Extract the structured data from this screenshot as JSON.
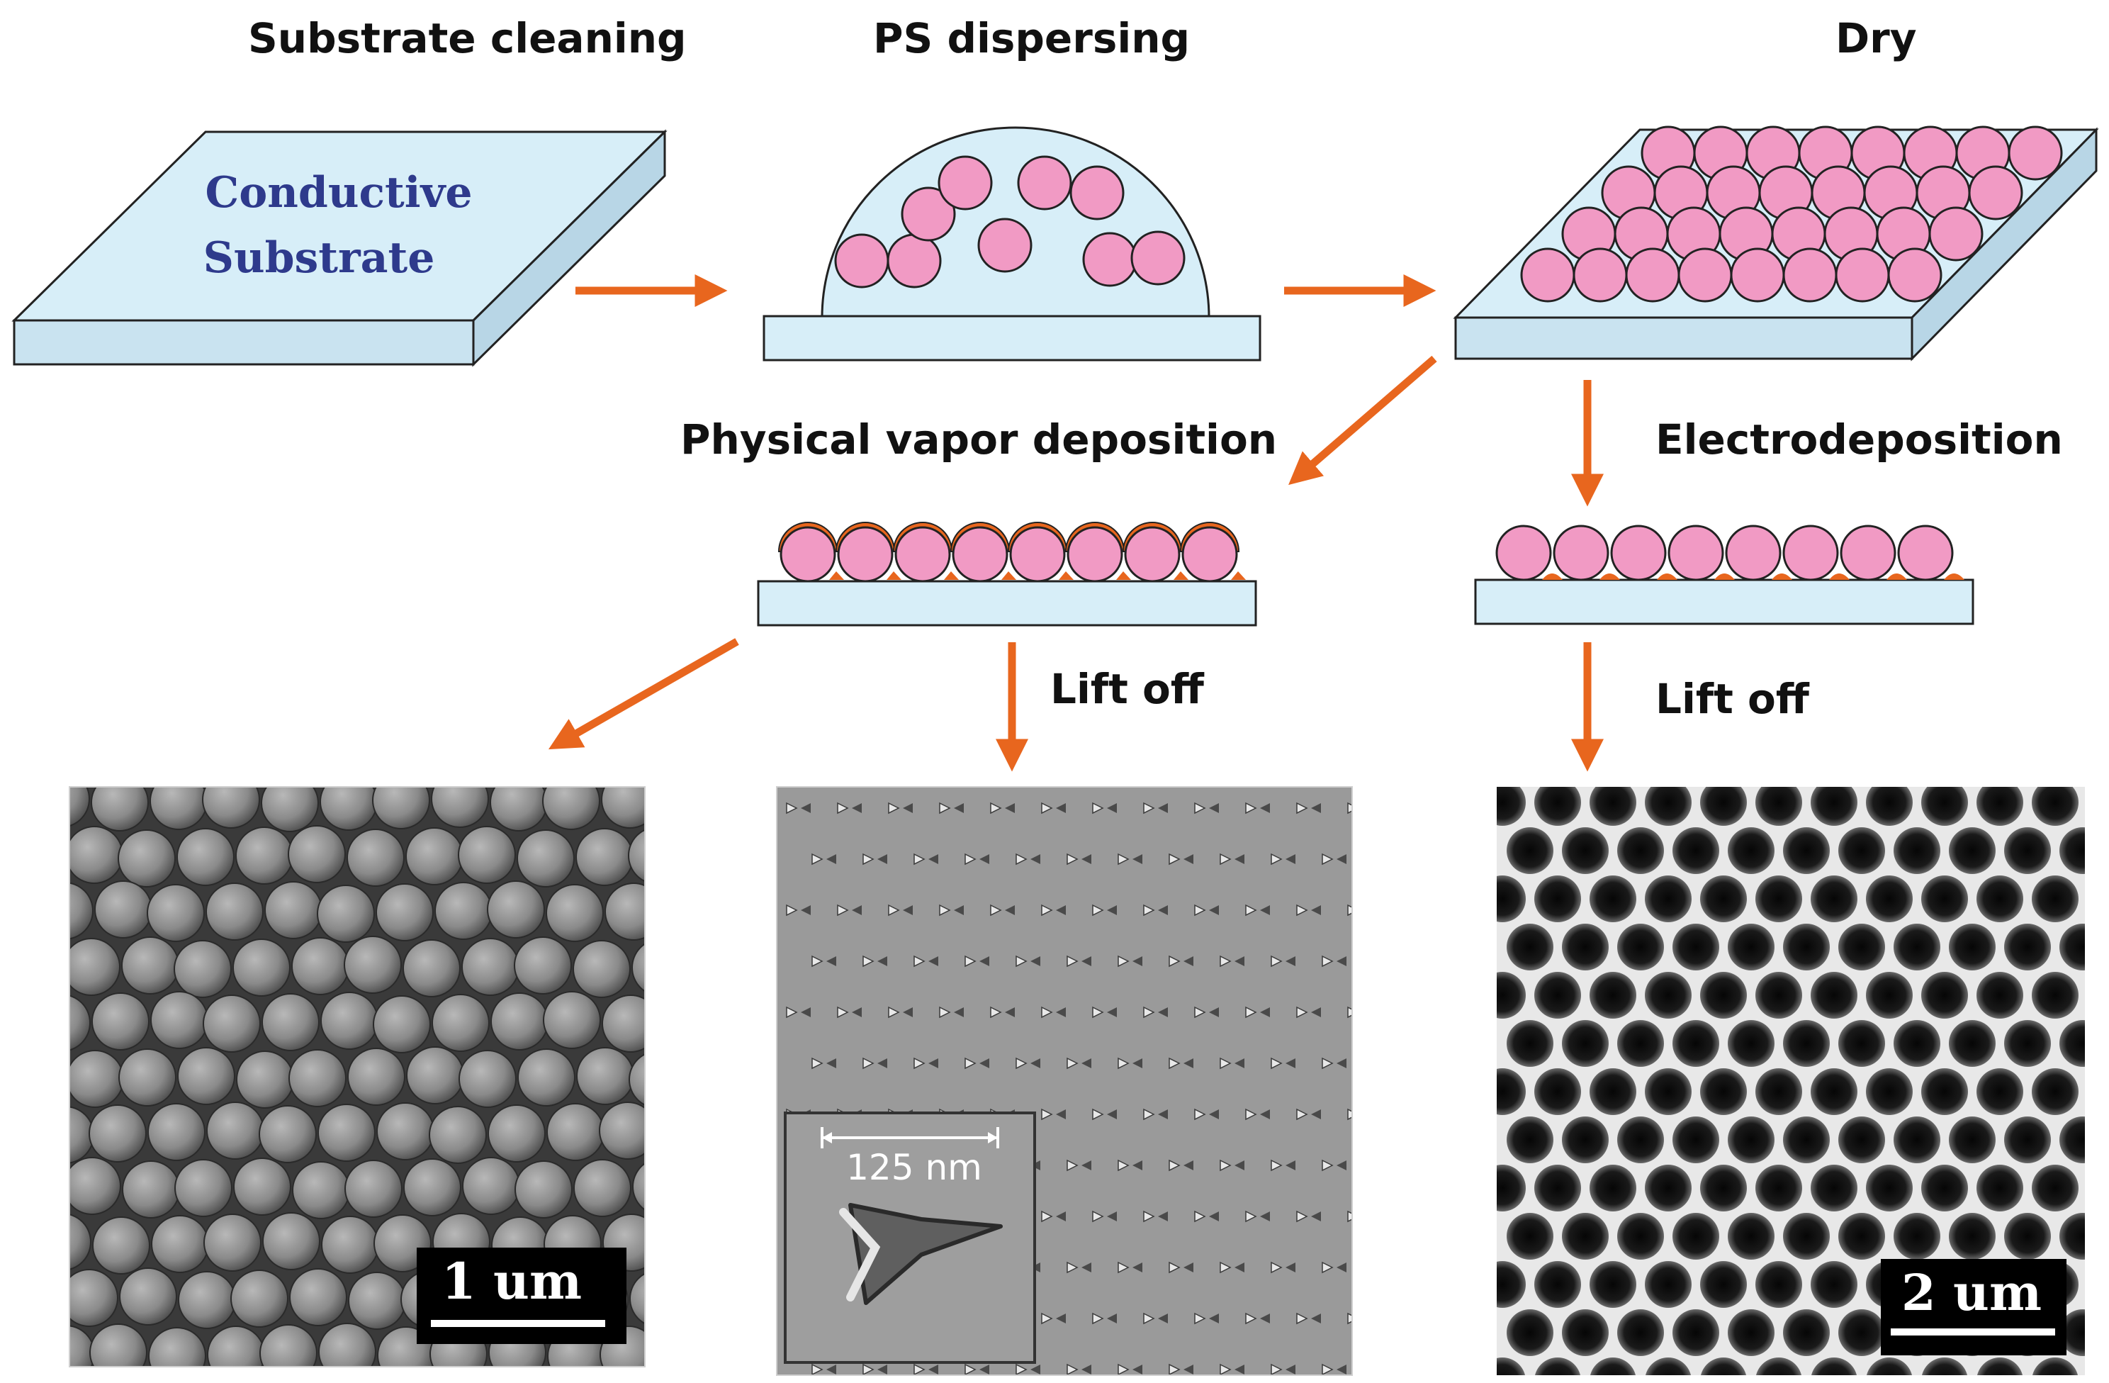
{
  "steps": {
    "substrate_cleaning": "Substrate cleaning",
    "ps_dispersing": "PS dispersing",
    "dry": "Dry",
    "physical_vapor_deposition": "Physical vapor deposition",
    "electrodeposition": "Electrodeposition",
    "lift_off_left": "Lift off",
    "lift_off_right": "Lift off"
  },
  "substrate": {
    "line1": "Conductive",
    "line2": "Substrate"
  },
  "micrographs": {
    "left_scale": "1 um",
    "middle_inset_scale": "125 nm",
    "right_scale": "2 um"
  },
  "colors": {
    "arrow": "#E8661E",
    "sphere": "#F19AC4",
    "substrate": "#D7EEF8",
    "metal": "#E8661E",
    "substrate_text": "#2E3A8C"
  }
}
